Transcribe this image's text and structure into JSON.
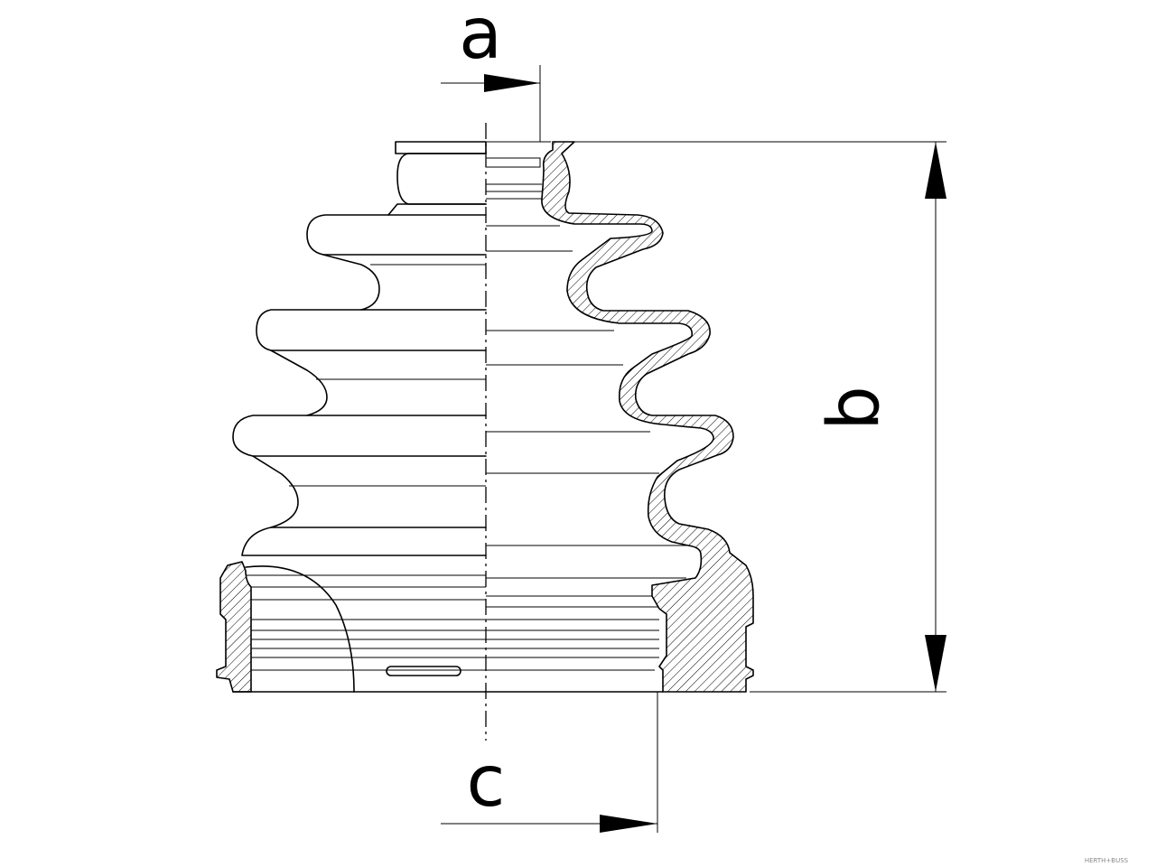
{
  "dimensions": {
    "a_label": "a",
    "b_label": "b",
    "c_label": "c"
  },
  "watermark": "HERTH+BUSS",
  "colors": {
    "line": "#000000",
    "background": "#ffffff"
  }
}
